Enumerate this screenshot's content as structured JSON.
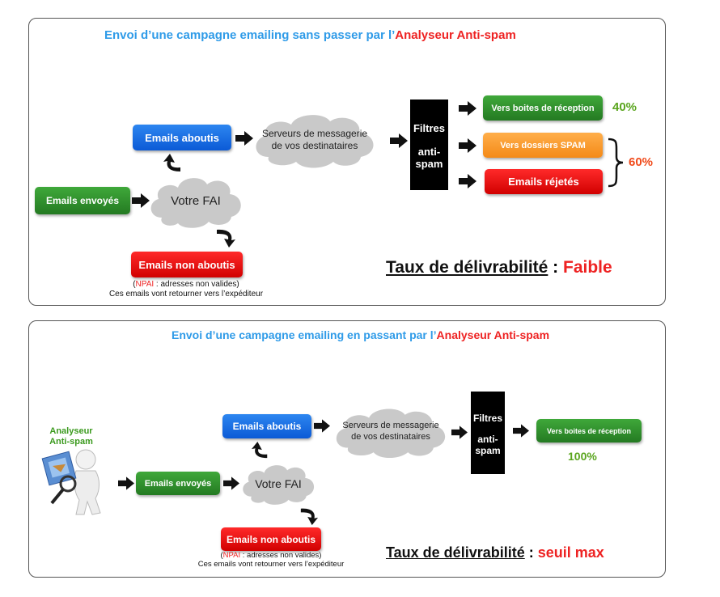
{
  "diagram1": {
    "title_prefix": "Envoi d’une campagne emailing sans passer par l’",
    "title_highlight": "Analyseur Anti-spam",
    "emails_envoyes": "Emails envoyés",
    "votre_fai": "Votre FAI",
    "emails_aboutis": "Emails aboutis",
    "emails_non_aboutis": "Emails non aboutis",
    "serveurs_line1": "Serveurs de messagerie",
    "serveurs_line2": "de vos destinataires",
    "filtres_line1": "Filtres",
    "filtres_line2": "anti-",
    "filtres_line3": "spam",
    "reception": "Vers boites de réception",
    "spam": "Vers dossiers SPAM",
    "rejetes": "Emails réjetés",
    "pct_reception": "40%",
    "pct_other": "60%",
    "npai_label": "NPAI",
    "npai_rest": " : adresses non valides)",
    "npai_open": "(",
    "note_line2": "Ces emails vont retourner vers l’expéditeur",
    "taux_label": "Taux de délivrabilité",
    "taux_sep": " : ",
    "taux_value": "Faible"
  },
  "diagram2": {
    "title_prefix": "Envoi d’une campagne emailing en passant par l’",
    "title_highlight": "Analyseur Anti-spam",
    "analyseur_line1": "Analyseur",
    "analyseur_line2": "Anti-spam",
    "emails_envoyes": "Emails envoyés",
    "votre_fai": "Votre FAI",
    "emails_aboutis": "Emails aboutis",
    "emails_non_aboutis": "Emails non aboutis",
    "serveurs_line1": "Serveurs de messagerie",
    "serveurs_line2": "de vos destinataires",
    "filtres_line1": "Filtres",
    "filtres_line2": "anti-",
    "filtres_line3": "spam",
    "reception": "Vers boites de réception",
    "pct_reception": "100%",
    "npai_label": "NPAI",
    "npai_rest": " : adresses non valides)",
    "npai_open": "(",
    "note_line2": "Ces emails vont retourner vers l’expéditeur",
    "taux_label": "Taux de délivrabilité",
    "taux_sep": " : ",
    "taux_value": "seuil max"
  },
  "colors": {
    "title_blue": "#2f9be8",
    "accent_red": "#ee2222",
    "green_pct": "#5aa51e",
    "orange_pct": "#f04a1a"
  }
}
